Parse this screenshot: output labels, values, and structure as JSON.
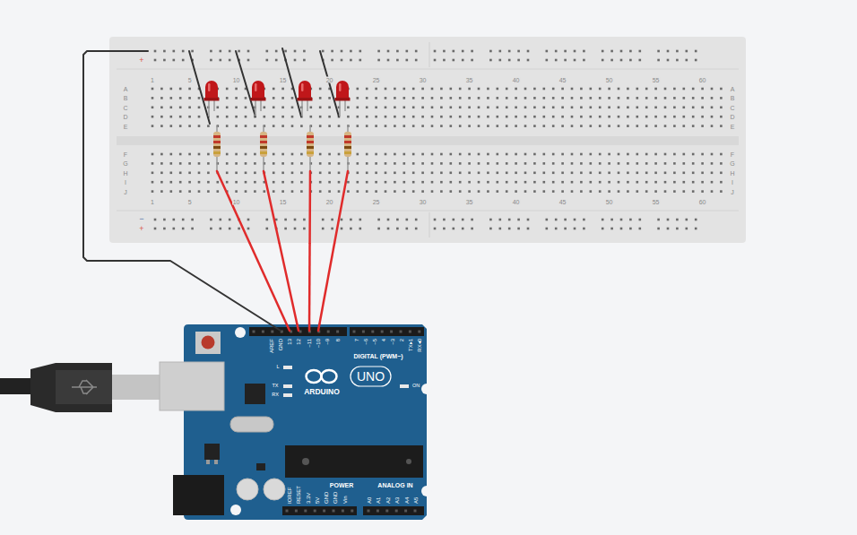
{
  "diagram": {
    "nodes": [
      {
        "text": [
          "+",
          "1",
          "5",
          "10",
          "15",
          "20",
          "25",
          "30",
          "35",
          "40",
          "45",
          "50",
          "55",
          "60",
          "A",
          "B",
          "C",
          "D",
          "E",
          "A",
          "B",
          "C",
          "D",
          "E",
          "F",
          "G",
          "H",
          "I",
          "J",
          "F",
          "G",
          "H",
          "I",
          "J",
          "1",
          "5",
          "10",
          "15",
          "20",
          "25",
          "30",
          "35",
          "40",
          "45",
          "50",
          "55",
          "60",
          "−",
          "+"
        ]
      },
      {
        "text": [
          "AREF",
          "GND",
          "13",
          "12",
          "~11",
          "~10",
          "~9",
          "8",
          "7",
          "~6",
          "~5",
          "4",
          "~3",
          "2",
          "TX▸1",
          "RX◂0",
          "DIGITAL (PWM~)",
          "L",
          "TX",
          "RX",
          "ARDUINO",
          "UNO",
          "ON",
          "IOREF",
          "RESET",
          "3.3V",
          "5V",
          "GND",
          "GND",
          "Vin",
          "POWER",
          "ANALOG IN",
          "A0",
          "A1",
          "A2",
          "A3",
          "A4",
          "A5"
        ]
      }
    ],
    "edges": [
      {
        "from": 0,
        "to": 1,
        "arrow": "none"
      },
      {
        "from": 0,
        "to": 1,
        "arrow": "none"
      },
      {
        "from": 0,
        "to": 1,
        "arrow": "none"
      },
      {
        "from": 0,
        "to": 1,
        "arrow": "none"
      },
      {
        "from": 0,
        "to": 1,
        "arrow": "none"
      }
    ]
  }
}
